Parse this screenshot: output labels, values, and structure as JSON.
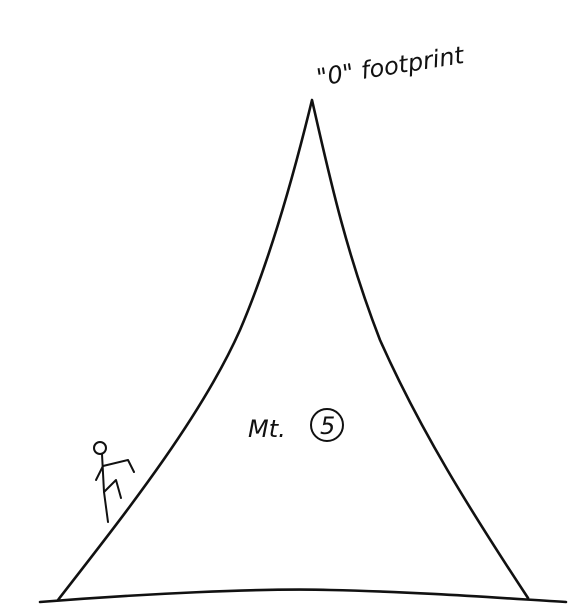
{
  "annotations": {
    "summit_label": "\"0\" footprint",
    "mountain_label_prefix": "Mt.",
    "mountain_label_number": "5"
  },
  "colors": {
    "ink": "#111111",
    "paper": "#ffffff"
  }
}
